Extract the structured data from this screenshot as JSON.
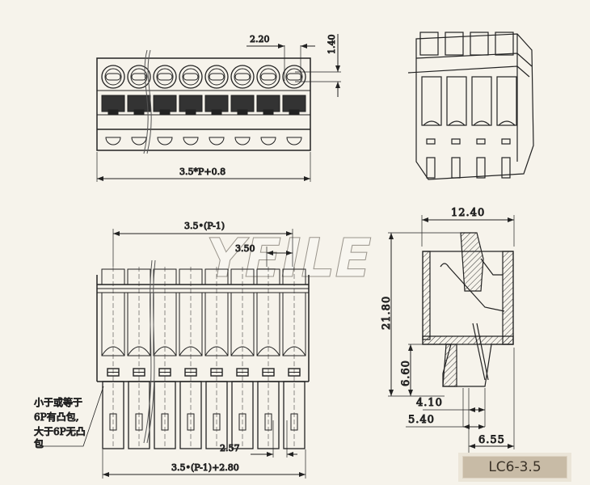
{
  "watermark": "YEILE",
  "model_label": "LC6-3.5",
  "pin_count_drawn": 8,
  "top_view": {
    "dim_width": "3.5*P+0.8",
    "dim_hole": "2.20",
    "dim_height": "1.40"
  },
  "front_view": {
    "dim_span": "3.5•(P-1)",
    "dim_pitch": "3.50",
    "dim_pin": "2.57",
    "dim_total": "3.5•(P-1)+2.80"
  },
  "side_view": {
    "dim_depth": "12.40",
    "dim_height": "21.80",
    "dim_pin_len": "6.60",
    "dim_a": "4.10",
    "dim_b": "5.40",
    "dim_c": "6.55"
  },
  "note": {
    "line1": "小于或等于",
    "line2": "6P有凸包,",
    "line3": "大于6P无凸",
    "line4": "包"
  }
}
